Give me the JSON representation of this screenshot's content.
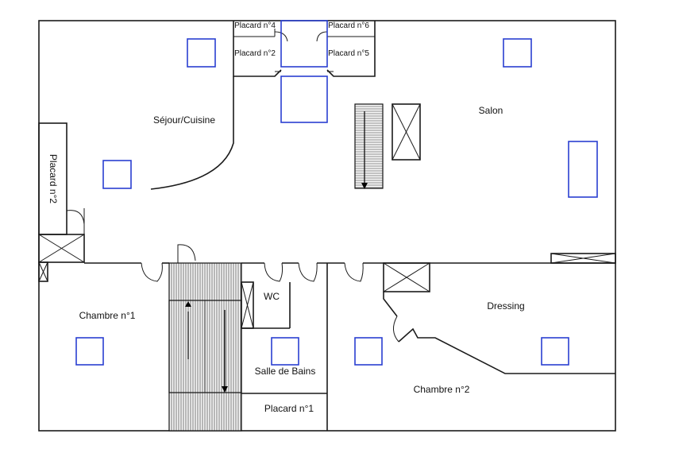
{
  "rooms": {
    "sejour_cuisine": "Séjour/Cuisine",
    "salon": "Salon",
    "placard_2_left": "Placard n°2",
    "chambre_1": "Chambre n°1",
    "wc": "WC",
    "salle_de_bains": "Salle de Bains",
    "placard_1": "Placard n°1",
    "dressing": "Dressing",
    "chambre_2": "Chambre n°2"
  },
  "closets_top": {
    "placard_4": "Placard n°4",
    "placard_2_top": "Placard n°2",
    "placard_6": "Placard n°6",
    "placard_5": "Placard n°5"
  },
  "colors": {
    "walls": "#1a1a1a",
    "fixture_outline": "#2a3fd1",
    "stair_hatch": "#222222"
  },
  "icons": {
    "fixture": "square-outline-blue",
    "void": "x-box",
    "stair_arrow": "arrow-down / arrow-up"
  }
}
